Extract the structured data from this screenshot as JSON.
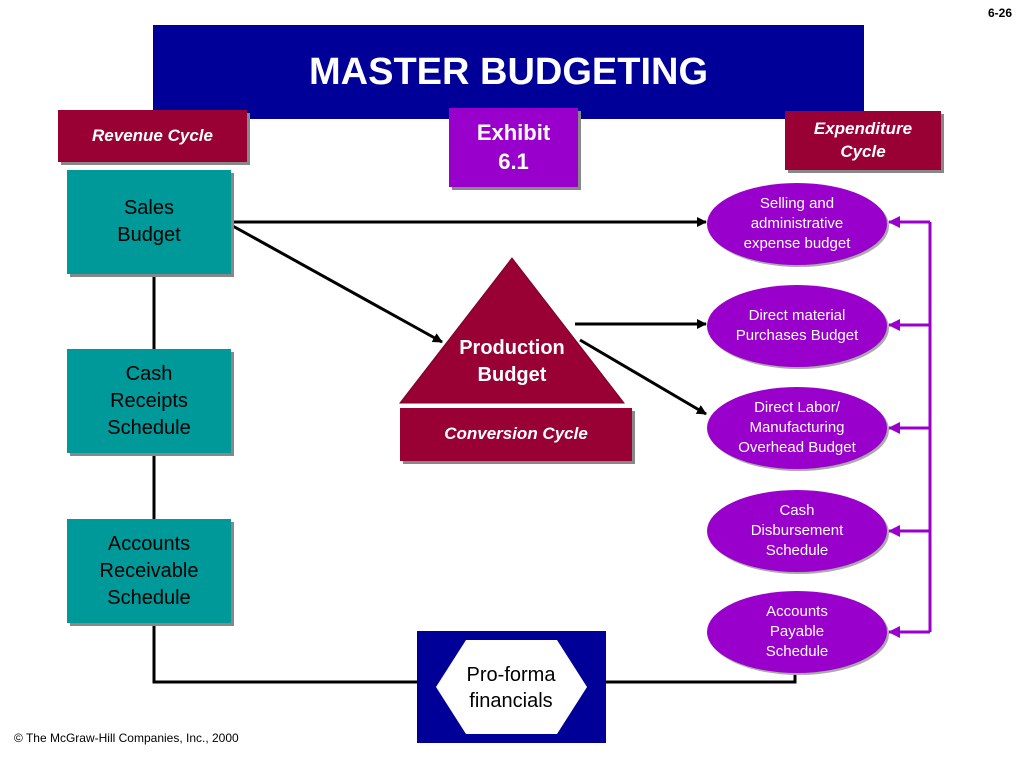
{
  "page_number": "6-26",
  "title": "MASTER BUDGETING",
  "exhibit": "Exhibit\n6.1",
  "cycles": {
    "revenue": "Revenue Cycle",
    "expenditure": "Expenditure\nCycle",
    "conversion": "Conversion Cycle"
  },
  "left_boxes": {
    "sales_budget": "Sales\nBudget",
    "cash_receipts": "Cash\nReceipts\nSchedule",
    "accounts_receivable": "Accounts\nReceivable\nSchedule"
  },
  "production_budget": "Production\nBudget",
  "right_ovals": {
    "selling_admin": "Selling and\nadministrative\nexpense budget",
    "direct_material": "Direct material\nPurchases Budget",
    "direct_labor": "Direct Labor/\nManufacturing\nOverhead Budget",
    "cash_disbursement": "Cash\nDisbursement\nSchedule",
    "accounts_payable": "Accounts\nPayable\nSchedule"
  },
  "pro_forma": "Pro-forma\nfinancials",
  "copyright": "© The McGraw-Hill Companies, Inc., 2000",
  "colors": {
    "title_bg": "#000099",
    "cycle_bg": "#990033",
    "exhibit_bg": "#9900cc",
    "teal": "#009999",
    "oval": "#9900cc",
    "connector_purple": "#9900cc"
  }
}
